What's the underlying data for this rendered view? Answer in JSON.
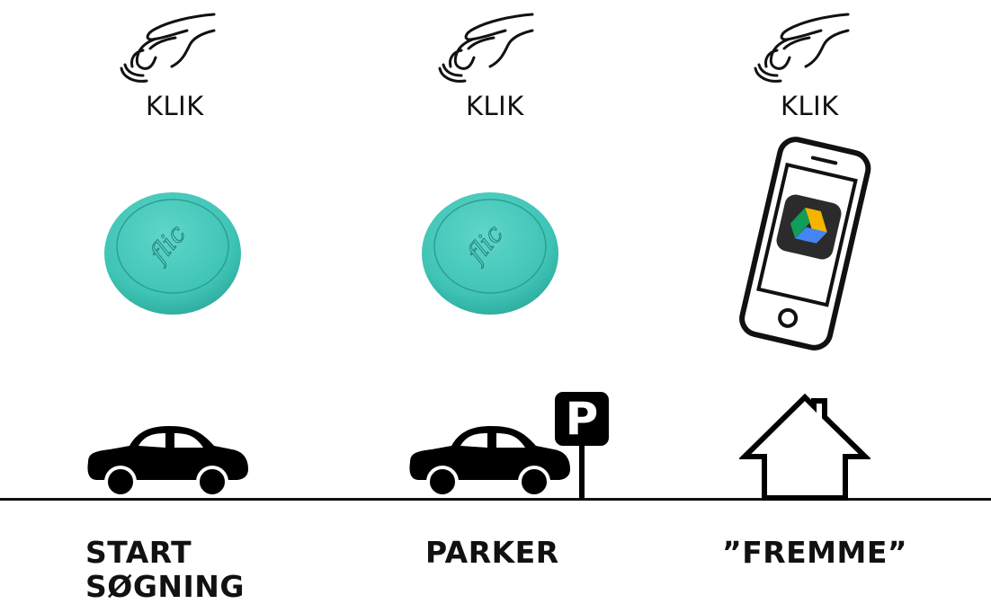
{
  "steps": [
    {
      "action": "KLIK",
      "caption_lines": [
        "START",
        "SØGNING"
      ]
    },
    {
      "action": "KLIK",
      "caption_lines": [
        "PARKER"
      ]
    },
    {
      "action": "KLIK",
      "caption_lines": [
        "”FREMME”"
      ]
    }
  ],
  "parking_sign": {
    "letter": "P"
  },
  "button": {
    "label": "flic",
    "color": "#40c7b9"
  },
  "icons": [
    "hand-press-icon",
    "flic-button-icon",
    "smartphone-icon",
    "google-drive-icon",
    "car-icon",
    "parking-sign-icon",
    "house-icon"
  ]
}
